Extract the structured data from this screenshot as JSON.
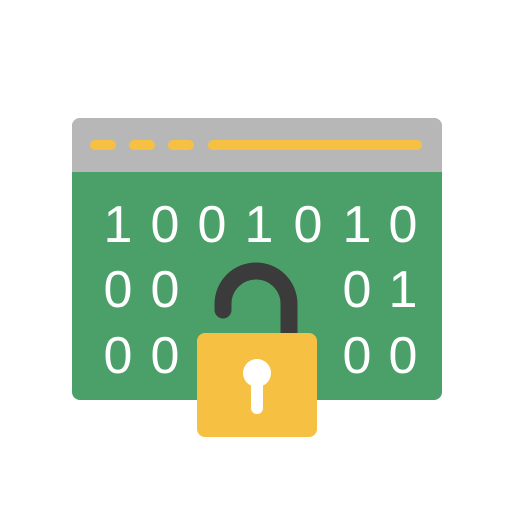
{
  "binary_grid": {
    "row1": [
      "1",
      "0",
      "0",
      "1",
      "0",
      "1",
      "0"
    ],
    "row2_left": [
      "0",
      "0"
    ],
    "row2_right": [
      "0",
      "1"
    ],
    "row3_left": [
      "0",
      "0"
    ],
    "row3_right": [
      "0",
      "0"
    ]
  },
  "colors": {
    "window_body": "#4aa068",
    "title_bar": "#b7b7b7",
    "accent_yellow": "#f6c142",
    "lock_shackle": "#3b3b3b",
    "keyhole": "#ffffff"
  },
  "icons": {
    "padlock": "open-padlock-icon",
    "keyhole": "keyhole-icon"
  }
}
